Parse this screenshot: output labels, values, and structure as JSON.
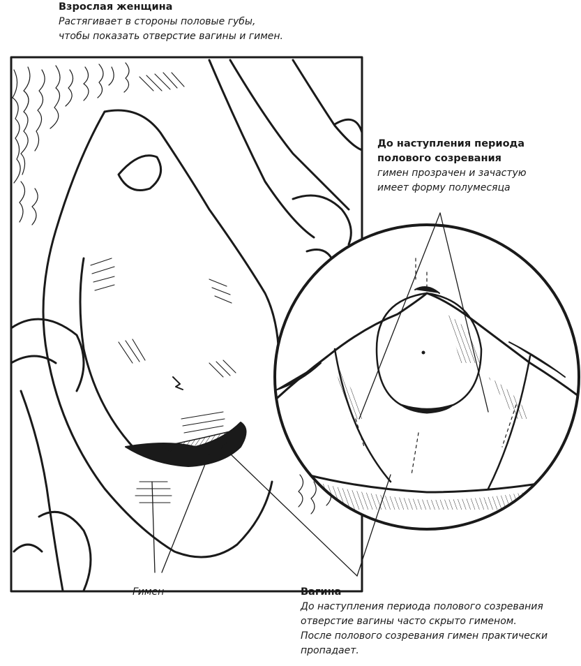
{
  "captions": {
    "adult": {
      "title": "Взрослая женщина",
      "line1": "Растягивает в стороны половые губы,",
      "line2": "чтобы показать отверстие вагины и гимен."
    },
    "prepuberty": {
      "title_line1": "До наступления периода",
      "title_line2": "полового созревания",
      "line1": "гимен прозрачен и зачастую",
      "line2": "имеет форму полумесяца"
    },
    "hymen": {
      "label": "Гимен"
    },
    "vagina": {
      "title": "Вагина",
      "line1": "До наступления периода полового созревания",
      "line2": "отверстие вагины часто скрыто гименом.",
      "line3": "После полового созревания гимен практически",
      "line4": "пропадает."
    }
  },
  "colors": {
    "ink": "#1a1a1a",
    "paper": "#ffffff"
  }
}
